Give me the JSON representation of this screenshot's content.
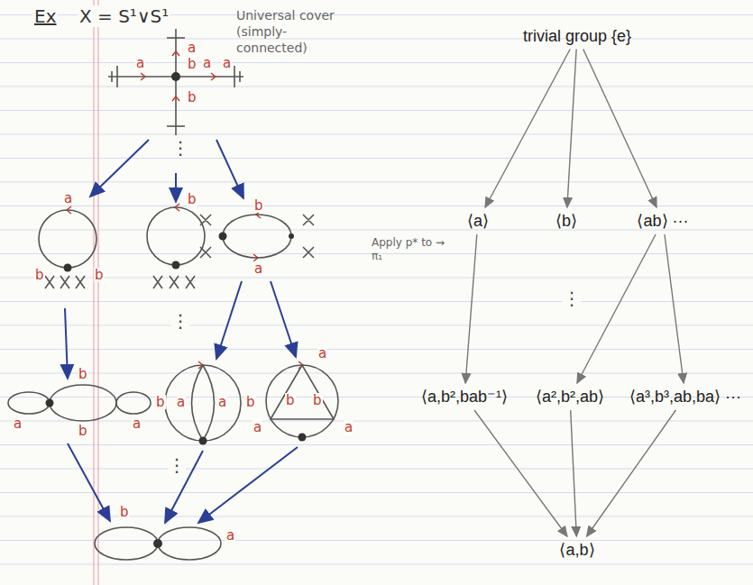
{
  "diagram": {
    "title": "Ex",
    "nodes": [
      {
        "text": [
          "trivial group {e}"
        ]
      },
      {
        "text": [
          "⟨a⟩"
        ]
      },
      {
        "text": [
          "⟨b⟩"
        ]
      },
      {
        "text": [
          "⟨ab⟩ ···"
        ]
      },
      {
        "text": [
          "⟨a,b²,bab⁻¹⟩"
        ]
      },
      {
        "text": [
          "⟨a²,b²,ab⟩"
        ]
      },
      {
        "text": [
          "⟨a³,b³,ab,ba⟩ ···"
        ]
      },
      {
        "text": [
          "⟨a,b⟩"
        ]
      }
    ],
    "edges": [
      {
        "from": 0,
        "to": 1,
        "arrow": "to"
      },
      {
        "from": 0,
        "to": 2,
        "arrow": "to"
      },
      {
        "from": 0,
        "to": 3,
        "arrow": "to"
      },
      {
        "from": 1,
        "to": 4,
        "arrow": "to"
      },
      {
        "from": 3,
        "to": 5,
        "arrow": "to"
      },
      {
        "from": 3,
        "to": 6,
        "arrow": "to"
      },
      {
        "from": 4,
        "to": 7,
        "arrow": "to"
      },
      {
        "from": 5,
        "to": 7,
        "arrow": "to"
      },
      {
        "from": 6,
        "to": 7,
        "arrow": "to"
      }
    ],
    "labels": [
      "X = S¹∨S¹",
      "Universal cover (simply-connected)",
      "Apply p* to ⇝ π₁",
      "⋮",
      "⋮",
      "⋮",
      "⋮",
      "a",
      "b",
      "a",
      "a",
      "a",
      "b",
      "a",
      "b",
      "b",
      "b",
      "b",
      "a",
      "a",
      "b",
      "b",
      "a",
      "b",
      "a",
      "a",
      "b",
      "a",
      "b",
      "b",
      "a",
      "a",
      "b",
      "a"
    ]
  }
}
